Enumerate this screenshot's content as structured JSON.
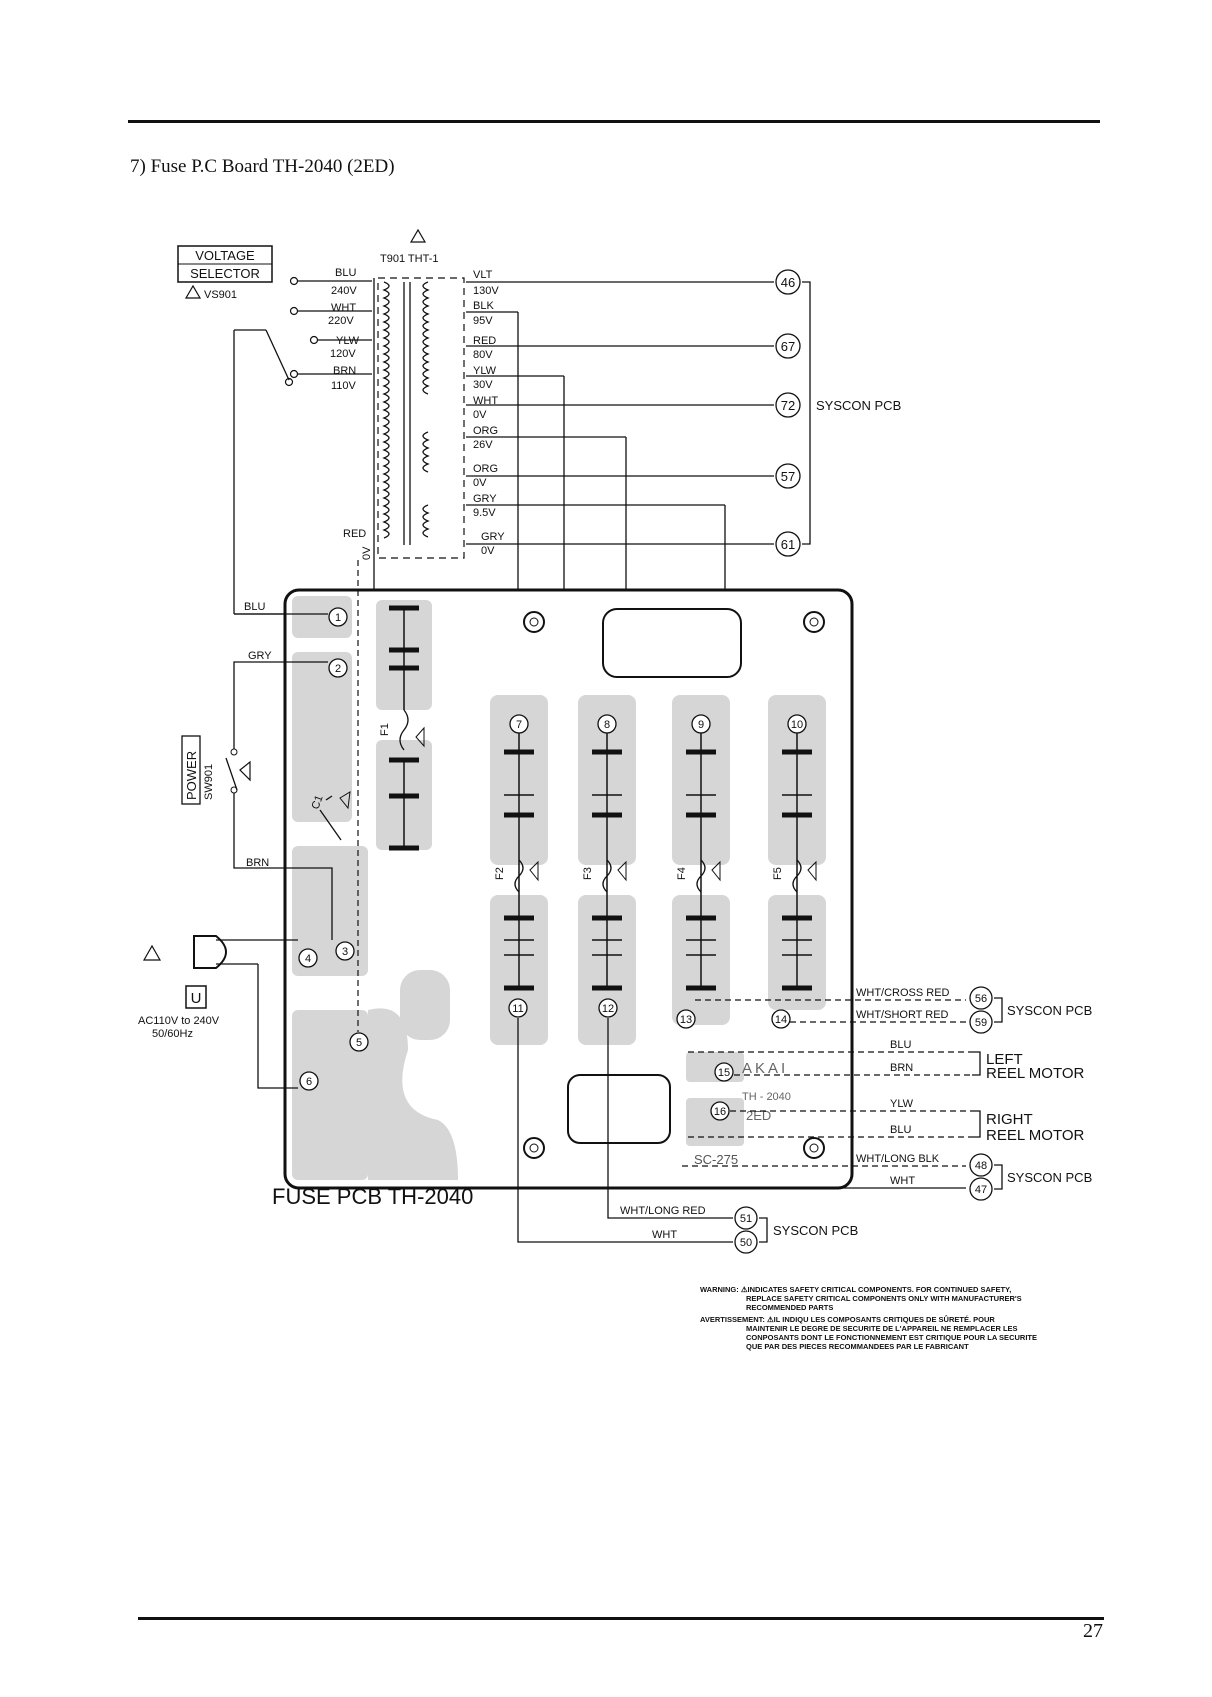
{
  "header": {
    "section_title": "7)   Fuse P.C Board TH-2040 (2ED)"
  },
  "voltage_selector": {
    "title_line1": "VOLTAGE",
    "title_line2": "SELECTOR",
    "ref": "VS901"
  },
  "transformer": {
    "ref": "T901 THT-1"
  },
  "primary_taps": [
    {
      "color": "BLU",
      "voltage": "240V"
    },
    {
      "color": "WHT",
      "voltage": "220V"
    },
    {
      "color": "YLW",
      "voltage": "120V"
    },
    {
      "color": "BRN",
      "voltage": "110V"
    }
  ],
  "primary_bottom": {
    "color": "RED",
    "voltage": "0V"
  },
  "secondary_taps": [
    {
      "color": "VLT",
      "voltage": "130V"
    },
    {
      "color": "BLK",
      "voltage": "95V"
    },
    {
      "color": "RED",
      "voltage": "80V"
    },
    {
      "color": "YLW",
      "voltage": "30V"
    },
    {
      "color": "WHT",
      "voltage": "0V"
    },
    {
      "color": "ORG",
      "voltage": "26V"
    },
    {
      "color": "ORG",
      "voltage": "0V"
    },
    {
      "color": "GRY",
      "voltage": "9.5V"
    },
    {
      "color": "GRY",
      "voltage": "0V"
    }
  ],
  "syscon_connectors": [
    "46",
    "67",
    "72",
    "57",
    "61"
  ],
  "syscon_label": "SYSCON PCB",
  "pcb": {
    "title": "FUSE PCB TH-2040",
    "silk_brand": "AKAI",
    "silk_model": "TH - 2040",
    "silk_variant": "2ED",
    "silk_code": "SC-275"
  },
  "terminals": [
    "1",
    "2",
    "3",
    "4",
    "5",
    "6",
    "7",
    "8",
    "9",
    "10",
    "11",
    "12",
    "13",
    "14",
    "15",
    "16"
  ],
  "fuses": [
    "F1",
    "F2",
    "F3",
    "F4",
    "F5"
  ],
  "left_wires": {
    "blu": "BLU",
    "gry": "GRY",
    "brn": "BRN"
  },
  "power_switch": {
    "label": "POWER",
    "ref": "SW901"
  },
  "mains": {
    "symbol": "U",
    "line1": "AC110V to 240V",
    "line2": "50/60Hz"
  },
  "outputs": [
    {
      "wire": "WHT/CROSS RED",
      "connector": "56"
    },
    {
      "wire": "WHT/SHORT RED",
      "connector": "59"
    },
    {
      "wire": "WHT/LONG BLK",
      "connector": "48"
    },
    {
      "wire": "WHT",
      "connector": "47"
    },
    {
      "wire": "WHT/LONG RED",
      "connector": "51"
    },
    {
      "wire": "WHT",
      "connector": "50"
    }
  ],
  "motors": [
    {
      "wire1": "BLU",
      "wire2": "BRN",
      "line1": "LEFT",
      "line2": "REEL  MOTOR"
    },
    {
      "wire1": "YLW",
      "wire2": "BLU",
      "line1": "RIGHT",
      "line2": "REEL  MOTOR"
    }
  ],
  "warning": {
    "line1": "WARNING: ⚠INDICATES SAFETY CRITICAL COMPONENTS. FOR CONTINUED SAFETY,",
    "line2": "REPLACE SAFETY CRITICAL COMPONENTS ONLY WITH MANUFACTURER'S",
    "line3": "RECOMMENDED PARTS",
    "line4": "AVERTISSEMENT: ⚠IL INDIQU LES COMPOSANTS CRITIQUES DE SÛRETÉ. POUR",
    "line5": "MAINTENIR LE DEGRE DE SECURITE DE L'APPAREIL NE REMPLACER LES",
    "line6": "CONPOSANTS DONT LE FONCTIONNEMENT EST CRITIQUE POUR LA SECURITE",
    "line7": "QUE PAR DES PIECES RECOMMANDEES PAR LE FABRICANT"
  },
  "footer": {
    "page_number": "27"
  }
}
